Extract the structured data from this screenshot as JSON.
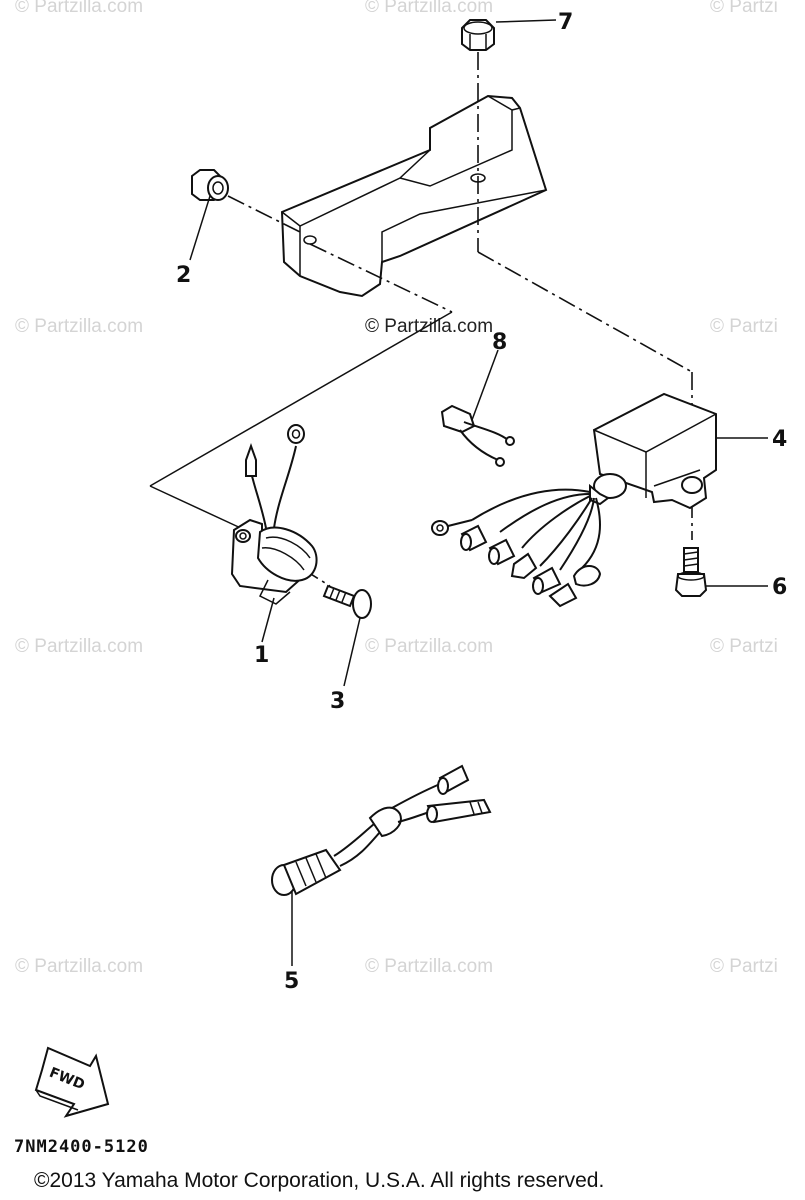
{
  "watermark": "© Partzilla.com",
  "watermark_cut_right": "© Partzi",
  "callouts": {
    "c1": "1",
    "c2": "2",
    "c3": "3",
    "c4": "4",
    "c5": "5",
    "c6": "6",
    "c7": "7",
    "c8": "8"
  },
  "direction_label": "FWD",
  "drawing_code": "7NM2400-5120",
  "copyright": "©2013  Yamaha Motor Corporation, U.S.A. All rights reserved."
}
